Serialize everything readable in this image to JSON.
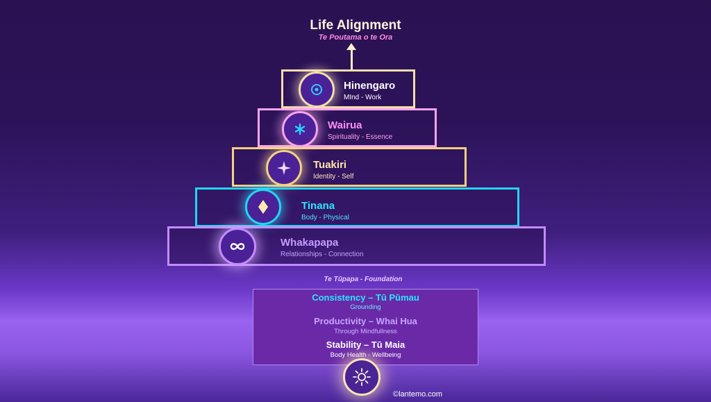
{
  "header": {
    "title": "Life Alignment",
    "subtitle": "Te Poutama o te Ora"
  },
  "tiers": [
    {
      "title": "Hinengaro",
      "subtitle": "MInd  -  Work",
      "icon": "target-icon",
      "border_color": "#f3deaa",
      "title_color": "#ffffff",
      "sub_color": "#ffffff",
      "icon_color": "#34c8ff"
    },
    {
      "title": "Wairua",
      "subtitle": "Spirituality  -  Essence",
      "icon": "star-burst-icon",
      "border_color": "#f7a6ee",
      "title_color": "#ff8ff0",
      "sub_color": "#ff9ff0",
      "icon_color": "#22d6ff"
    },
    {
      "title": "Tuakiri",
      "subtitle": "Identity  -  Self",
      "icon": "sparkle-icon",
      "border_color": "#f4d180",
      "title_color": "#ffe8a8",
      "sub_color": "#ffe8b8",
      "icon_color": "#f3dcff"
    },
    {
      "title": "Tinana",
      "subtitle": "Body  -   Physical",
      "icon": "diamond-icon",
      "border_color": "#22d6f0",
      "title_color": "#27e6ff",
      "sub_color": "#4fe4ff",
      "icon_color": "#ffe9b0"
    },
    {
      "title": "Whakapapa",
      "subtitle": "Relationships   -    Connection",
      "icon": "infinity-icon",
      "border_color": "#c48cff",
      "title_color": "#c79bff",
      "sub_color": "#c9a2ff",
      "icon_color": "#ffffff"
    }
  ],
  "foundation": {
    "label": "Te Tūpapa - Foundation",
    "items": [
      {
        "title": "Consistency – Tū Pūmau",
        "subtitle": "Grounding",
        "title_color": "#27e6ff",
        "sub_color": "#6be8ff"
      },
      {
        "title": "Productivity – Whai Hua",
        "subtitle": "Through Mindfullness",
        "title_color": "#c9a2ff",
        "sub_color": "#d2b2ff"
      },
      {
        "title": "Stability – Tū Maia",
        "subtitle": "Body Health - Wellbeing",
        "title_color": "#ffffff",
        "sub_color": "#ffffff"
      }
    ],
    "icon": "sun-icon"
  },
  "footer": {
    "copyright": "©lantemo.com"
  }
}
